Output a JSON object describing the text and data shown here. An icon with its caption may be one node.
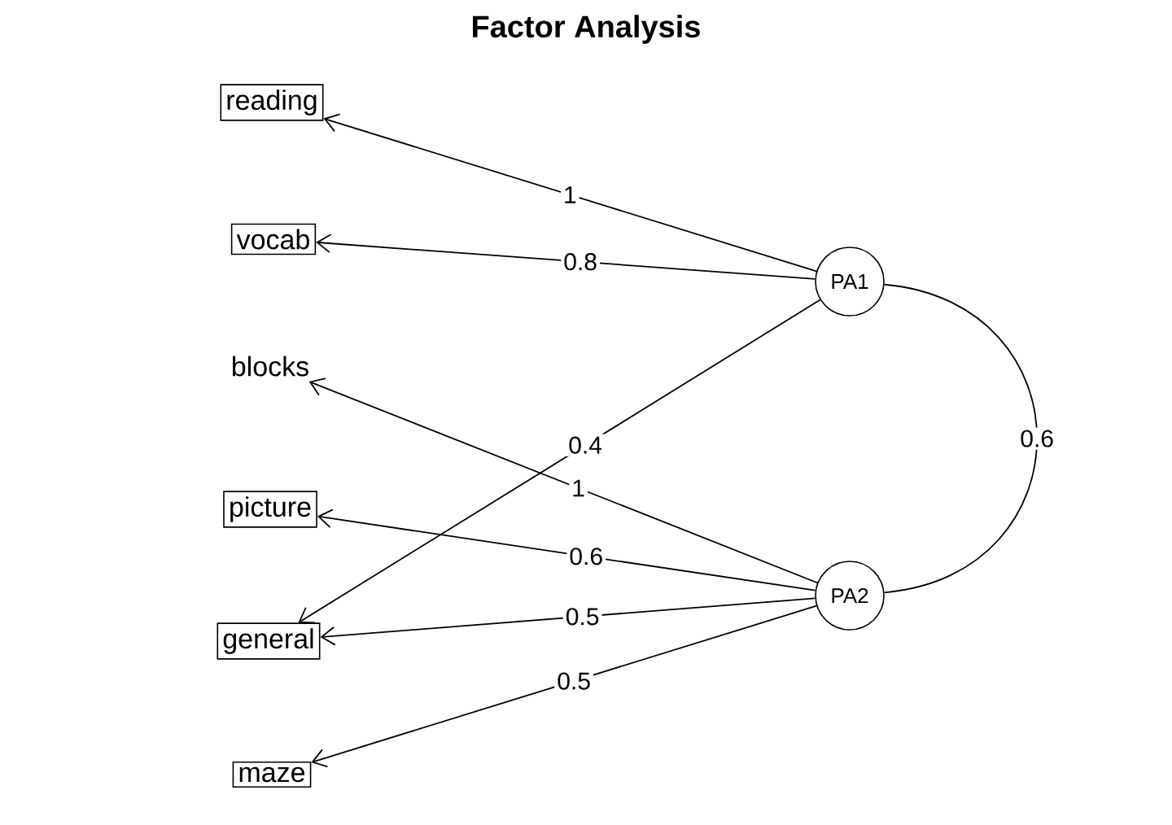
{
  "diagram": {
    "title": "Factor Analysis",
    "nodes": [
      {
        "text": [
          "reading"
        ]
      },
      {
        "text": [
          "vocab"
        ]
      },
      {
        "text": [
          "blocks"
        ]
      },
      {
        "text": [
          "picture"
        ]
      },
      {
        "text": [
          "general"
        ]
      },
      {
        "text": [
          "maze"
        ]
      },
      {
        "text": [
          "PA1"
        ]
      },
      {
        "text": [
          "PA2"
        ]
      }
    ],
    "edges": [
      {
        "from": 6,
        "to": 0,
        "arrow": "to",
        "label": "1"
      },
      {
        "from": 6,
        "to": 1,
        "arrow": "to",
        "label": "0.8"
      },
      {
        "from": 6,
        "to": 4,
        "arrow": "to",
        "label": "0.4"
      },
      {
        "from": 7,
        "to": 2,
        "arrow": "to",
        "label": "1"
      },
      {
        "from": 7,
        "to": 3,
        "arrow": "to",
        "label": "0.6"
      },
      {
        "from": 7,
        "to": 4,
        "arrow": "to",
        "label": "0.5"
      },
      {
        "from": 7,
        "to": 5,
        "arrow": "to",
        "label": "0.5"
      },
      {
        "from": 6,
        "to": 7,
        "arrow": "none",
        "label": "0.6"
      }
    ]
  }
}
